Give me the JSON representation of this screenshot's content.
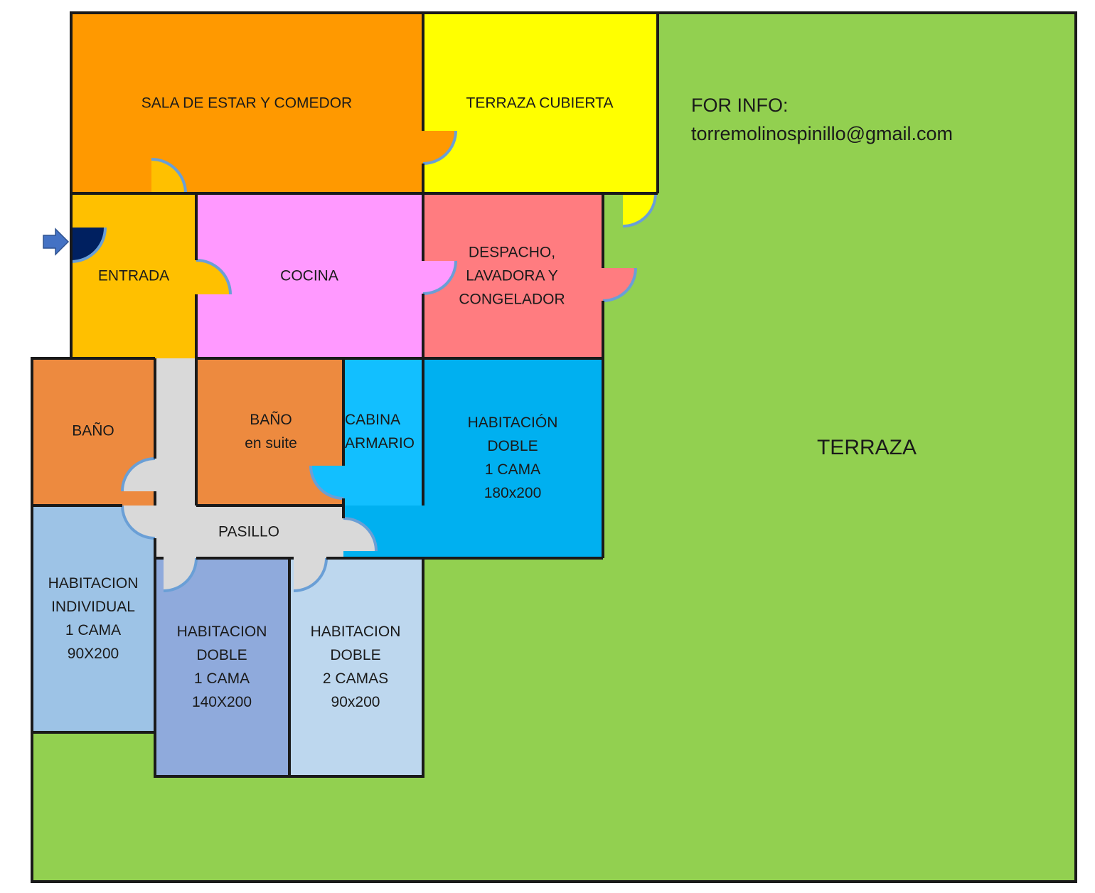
{
  "colors": {
    "terraza": "#92d050",
    "sala": "#ff9900",
    "terraza_cubierta": "#ffff00",
    "entrada": "#ffc000",
    "cocina": "#ff99ff",
    "despacho": "#ff7c80",
    "bano": "#ed8a3f",
    "pasillo": "#d9d9d9",
    "cabina": "#12bfff",
    "hab_doble_180": "#00b0f0",
    "hab_individual": "#9dc3e6",
    "hab_doble_140": "#8faadc",
    "hab_doble_2camas": "#bdd7ee",
    "door_arc": "#6a9fd6",
    "entry_door": "#002060",
    "entry_arrow": "#4472c4",
    "wall": "#1a1a1a"
  },
  "icons": {
    "entry_arrow": "arrow-right-icon",
    "door": "door-swing-icon"
  },
  "rooms": {
    "sala": {
      "lines": [
        "SALA DE ESTAR Y COMEDOR"
      ]
    },
    "terraza_cubierta": {
      "lines": [
        "TERRAZA CUBIERTA"
      ]
    },
    "entrada": {
      "lines": [
        "ENTRADA"
      ]
    },
    "cocina": {
      "lines": [
        "COCINA"
      ]
    },
    "despacho": {
      "lines": [
        "DESPACHO,",
        "LAVADORA Y",
        "CONGELADOR"
      ]
    },
    "bano": {
      "lines": [
        "BAÑO"
      ]
    },
    "bano_suite": {
      "lines": [
        "BAÑO",
        "en suite"
      ]
    },
    "cabina": {
      "lines": [
        "CABINA",
        "ARMARIO"
      ]
    },
    "hab_doble_180": {
      "lines": [
        "HABITACIÓN",
        "DOBLE",
        "1 CAMA",
        "180x200"
      ]
    },
    "pasillo": {
      "lines": [
        "PASILLO"
      ]
    },
    "hab_individual": {
      "lines": [
        "HABITACION",
        "INDIVIDUAL",
        "1 CAMA",
        "90X200"
      ]
    },
    "hab_doble_140": {
      "lines": [
        "HABITACION",
        "DOBLE",
        "1 CAMA",
        "140X200"
      ]
    },
    "hab_doble_2camas": {
      "lines": [
        "HABITACION",
        "DOBLE",
        "2 CAMAS",
        "90x200"
      ]
    },
    "terraza": {
      "lines": [
        "TERRAZA"
      ]
    }
  },
  "info": {
    "line1": "FOR INFO:",
    "line2": "torremolinospinillo@gmail.com"
  }
}
